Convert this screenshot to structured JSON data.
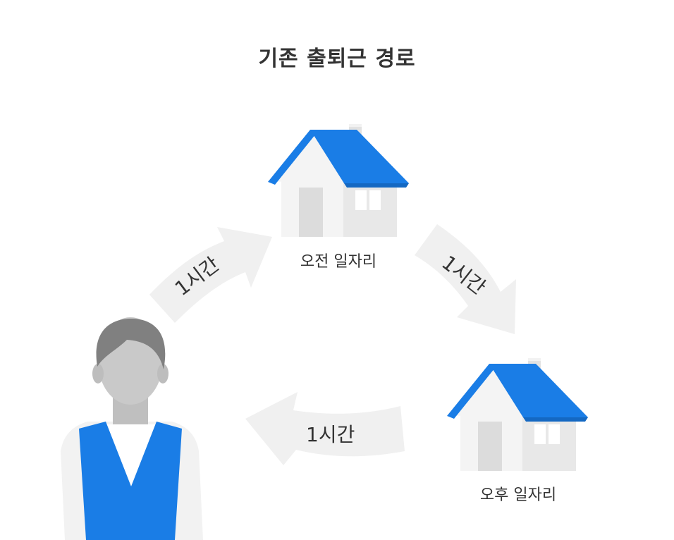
{
  "title": "기존 출퇴근 경로",
  "places": {
    "morning": {
      "label": "오전 일자리"
    },
    "afternoon": {
      "label": "오후 일자리"
    }
  },
  "arrows": {
    "home_to_morning": "1시간",
    "morning_to_afternoon": "1시간",
    "afternoon_to_home": "1시간"
  },
  "colors": {
    "roof": "#1a7de6",
    "vest": "#1a7de6",
    "arrow": "#f0f0f0",
    "wall": "#f4f4f4",
    "wall_shade": "#e6e6e6",
    "hair": "#808080",
    "skin": "#c9c9c9",
    "text": "#333333"
  },
  "icons": {
    "person": "person-icon",
    "house": "house-icon"
  }
}
